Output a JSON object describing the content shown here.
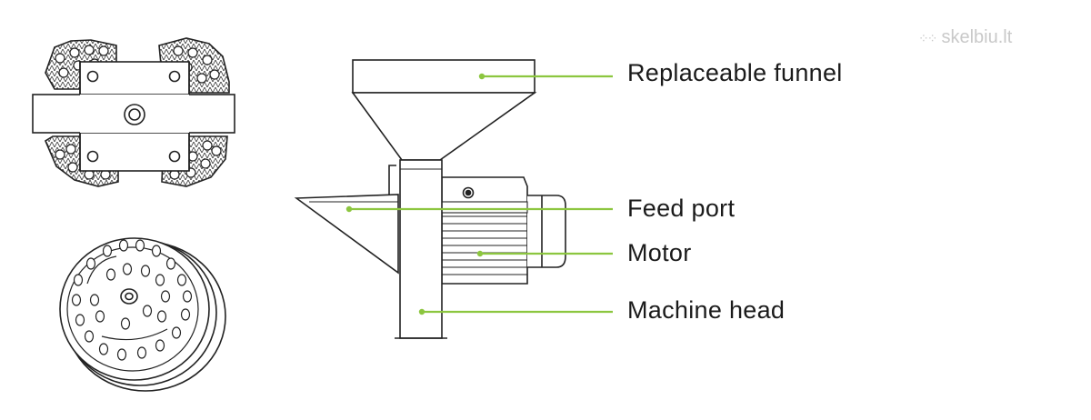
{
  "labels": {
    "funnel": "Replaceable funnel",
    "feed_port": "Feed port",
    "motor": "Motor",
    "machine_head": "Machine head"
  },
  "watermark": "skelbiu.lt",
  "colors": {
    "leader_line": "#8cc63f",
    "ink": "#1b1b1b",
    "watermark": "#c9c9c9"
  }
}
